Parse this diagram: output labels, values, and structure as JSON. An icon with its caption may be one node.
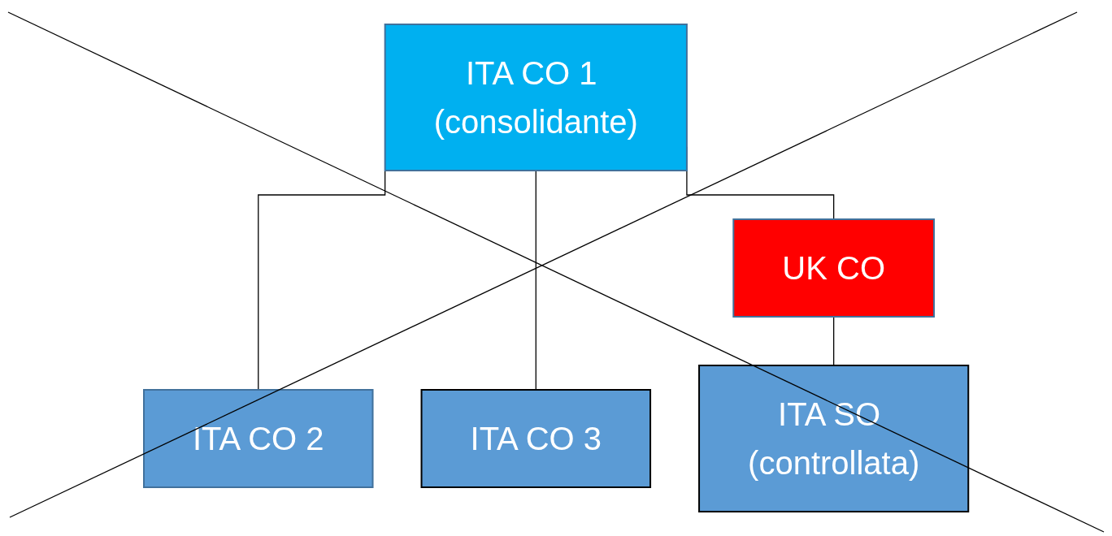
{
  "diagram": {
    "nodes": [
      {
        "text": [
          "ITA CO 1 (consolidante)"
        ]
      },
      {
        "text": [
          "UK CO"
        ]
      },
      {
        "text": [
          "ITA CO 2"
        ]
      },
      {
        "text": [
          "ITA CO 3"
        ]
      },
      {
        "text": [
          "ITA SO (controllata)"
        ]
      }
    ],
    "edges": [
      {
        "from": 0,
        "to": 2,
        "arrow": "none"
      },
      {
        "from": 0,
        "to": 3,
        "arrow": "none"
      },
      {
        "from": 0,
        "to": 1,
        "arrow": "none"
      },
      {
        "from": 1,
        "to": 4,
        "arrow": "none"
      }
    ]
  }
}
